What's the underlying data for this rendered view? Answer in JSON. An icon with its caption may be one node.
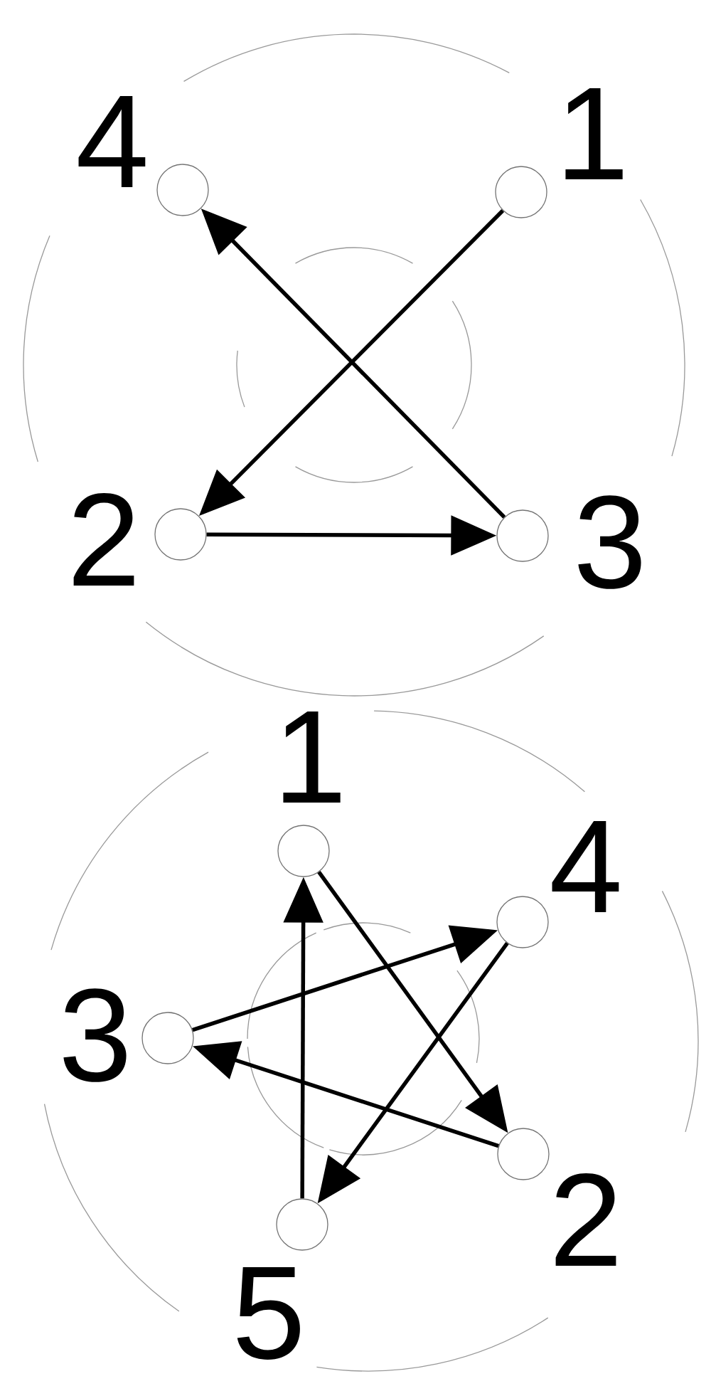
{
  "diagram": {
    "nodes": [
      {
        "text": [],
        "shape": "circle",
        "beside": [
          "4"
        ]
      },
      {
        "text": [],
        "shape": "circle",
        "beside": [
          "1"
        ]
      },
      {
        "text": [],
        "shape": "circle",
        "beside": [
          "2"
        ]
      },
      {
        "text": [],
        "shape": "circle",
        "beside": [
          "3"
        ]
      },
      {
        "text": [],
        "shape": "circle",
        "beside": [
          "1"
        ]
      },
      {
        "text": [],
        "shape": "circle",
        "beside": [
          "4"
        ]
      },
      {
        "text": [],
        "shape": "circle",
        "beside": [
          "3"
        ]
      },
      {
        "text": [],
        "shape": "circle",
        "beside": [
          "2"
        ]
      },
      {
        "text": [],
        "shape": "circle",
        "beside": [
          "5"
        ]
      }
    ],
    "edges": [
      {
        "from": 1,
        "to": 2,
        "arrow": "to"
      },
      {
        "from": 2,
        "to": 3,
        "arrow": "to"
      },
      {
        "from": 3,
        "to": 0,
        "arrow": "to"
      },
      {
        "from": 8,
        "to": 4,
        "arrow": "to"
      },
      {
        "from": 4,
        "to": 7,
        "arrow": "to"
      },
      {
        "from": 7,
        "to": 6,
        "arrow": "to"
      },
      {
        "from": 6,
        "to": 5,
        "arrow": "to"
      },
      {
        "from": 5,
        "to": 8,
        "arrow": "to"
      }
    ]
  }
}
